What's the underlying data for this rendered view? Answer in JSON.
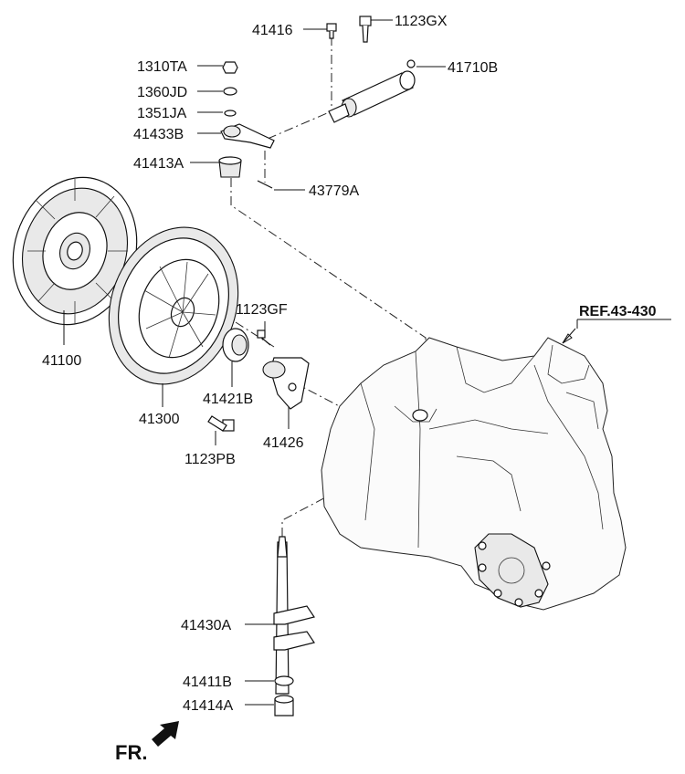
{
  "labels": {
    "p41416": "41416",
    "p1123GX": "1123GX",
    "p41710B": "41710B",
    "p1310TA": "1310TA",
    "p1360JD": "1360JD",
    "p1351JA": "1351JA",
    "p41433B": "41433B",
    "p41413A": "41413A",
    "p43779A": "43779A",
    "p41100": "41100",
    "p41300": "41300",
    "p1123GF": "1123GF",
    "p41421B": "41421B",
    "p41426": "41426",
    "p1123PB": "1123PB",
    "p41430A": "41430A",
    "p41411B": "41411B",
    "p41414A": "41414A"
  },
  "reference": "REF.43-430",
  "direction": "FR.",
  "icons": {
    "front_arrow": "arrow-down-left-icon"
  }
}
